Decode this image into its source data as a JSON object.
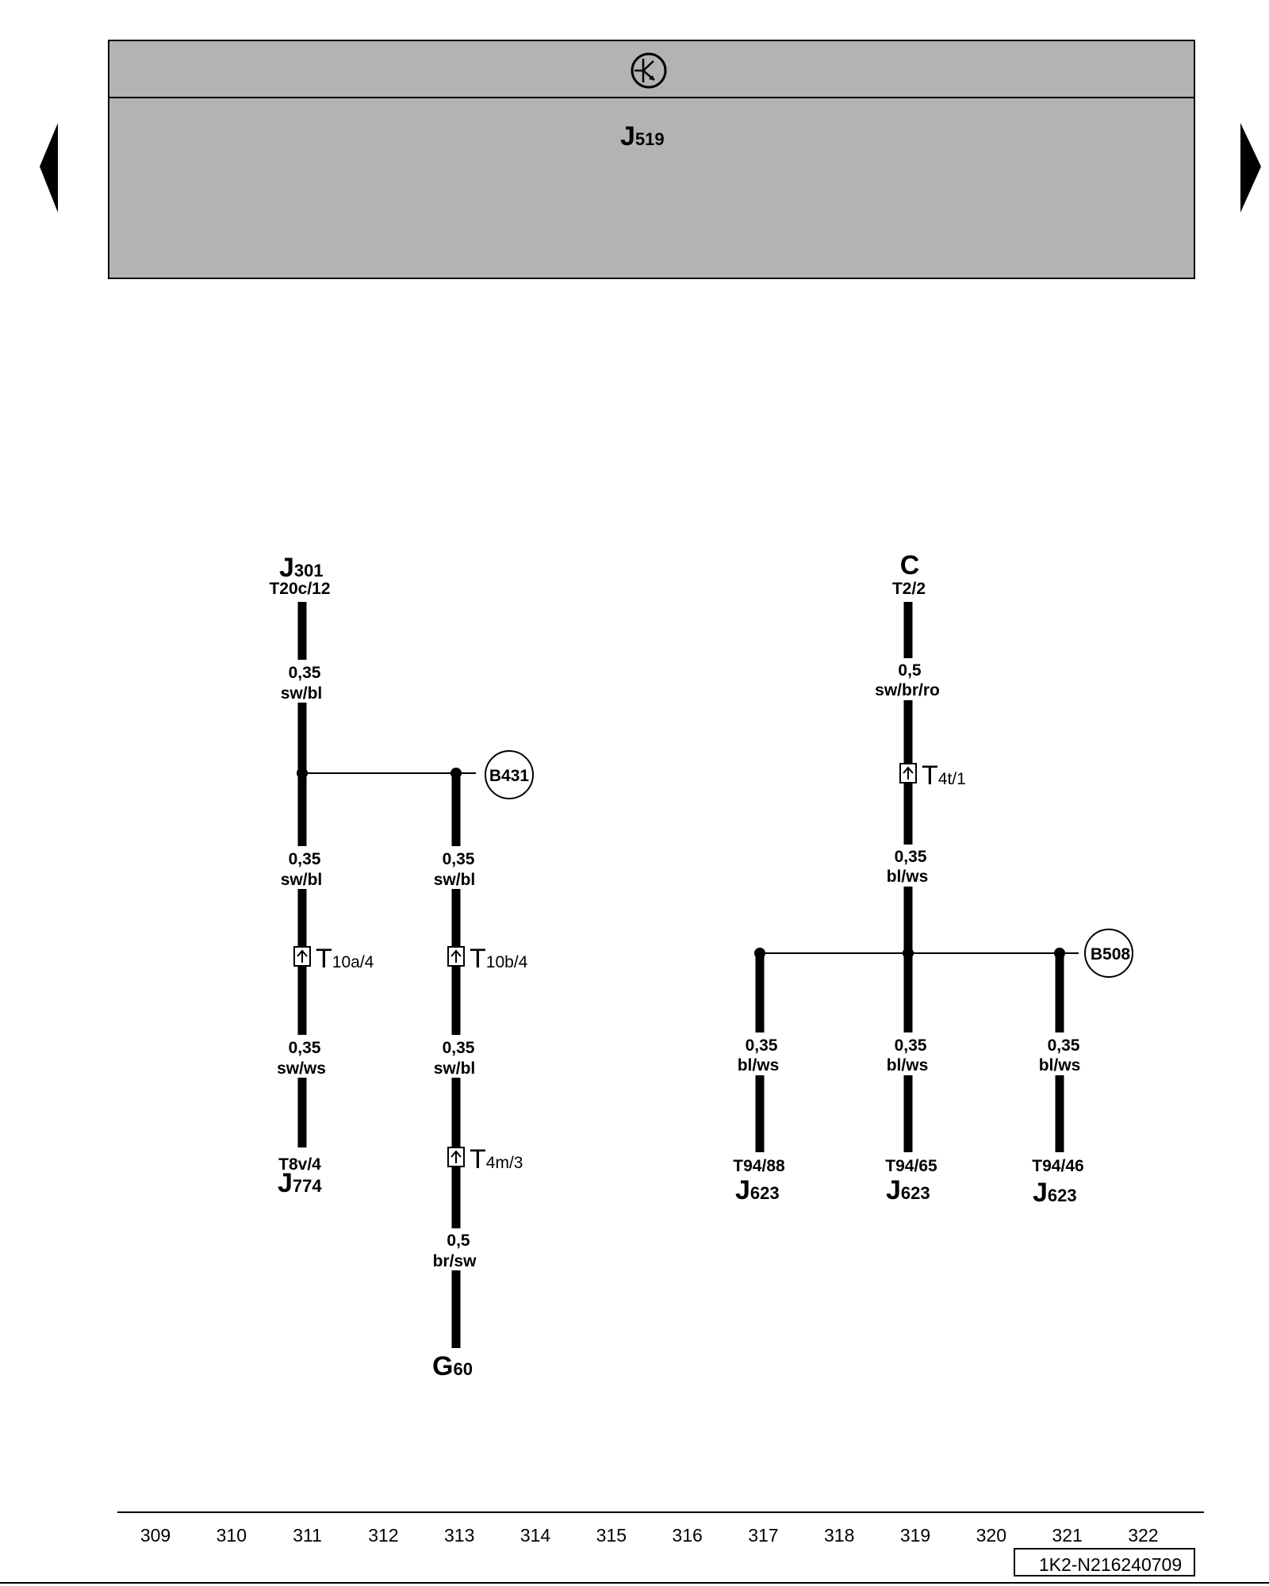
{
  "header": {
    "title_main": "J",
    "title_sub": "519",
    "symbol_icon": "circle-arrow-symbol-icon",
    "band_color": "#b3b3b3"
  },
  "nav": {
    "prev_icon": "triangle-left-icon",
    "next_icon": "triangle-right-icon"
  },
  "components": {
    "j301": {
      "main": "J",
      "sub": "301",
      "pin": "T20c/12"
    },
    "j774": {
      "main": "J",
      "sub": "774",
      "pin": "T8v/4"
    },
    "g60": {
      "main": "G",
      "sub": "60"
    },
    "c": {
      "main": "C",
      "pin": "T2/2"
    },
    "j623_a": {
      "main": "J",
      "sub": "623",
      "pin": "T94/88"
    },
    "j623_b": {
      "main": "J",
      "sub": "623",
      "pin": "T94/65"
    },
    "j623_c": {
      "main": "J",
      "sub": "623",
      "pin": "T94/46"
    }
  },
  "wires": {
    "w1": {
      "size": "0,35",
      "color": "sw/bl"
    },
    "w2": {
      "size": "0,35",
      "color": "sw/bl"
    },
    "w3": {
      "size": "0,35",
      "color": "sw/bl"
    },
    "w4": {
      "size": "0,35",
      "color": "sw/ws"
    },
    "w5": {
      "size": "0,35",
      "color": "sw/bl"
    },
    "w6": {
      "size": "0,5",
      "color": "br/sw"
    },
    "w7": {
      "size": "0,5",
      "color": "sw/br/ro"
    },
    "w8": {
      "size": "0,35",
      "color": "bl/ws"
    },
    "w9": {
      "size": "0,35",
      "color": "bl/ws"
    },
    "w10": {
      "size": "0,35",
      "color": "bl/ws"
    },
    "w11": {
      "size": "0,35",
      "color": "bl/ws"
    }
  },
  "connectors": {
    "t10a": {
      "main": "T",
      "sub": "10a/4"
    },
    "t10b": {
      "main": "T",
      "sub": "10b/4"
    },
    "t4m": {
      "main": "T",
      "sub": "4m/3"
    },
    "t4t": {
      "main": "T",
      "sub": "4t/1"
    }
  },
  "splices": {
    "b431": "B431",
    "b508": "B508"
  },
  "footer": {
    "tracks": [
      "309",
      "310",
      "311",
      "312",
      "313",
      "314",
      "315",
      "316",
      "317",
      "318",
      "319",
      "320",
      "321",
      "322"
    ],
    "doc_id": "1K2-N216240709"
  }
}
